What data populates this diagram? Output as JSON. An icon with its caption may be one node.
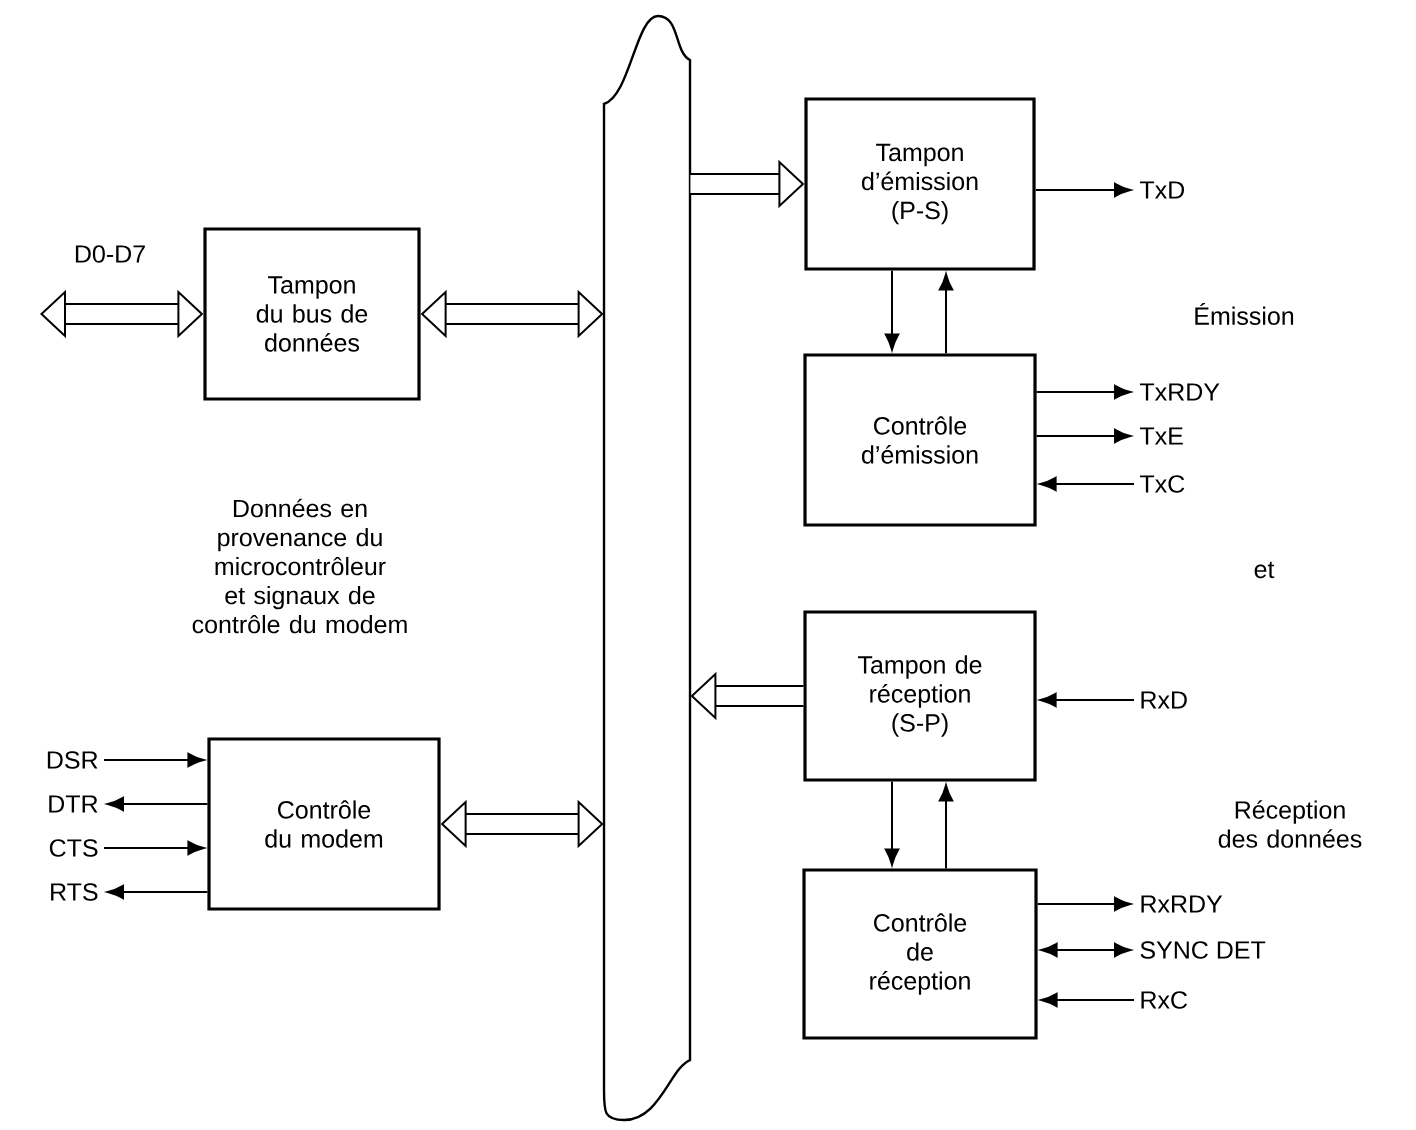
{
  "diagram": {
    "nodes": [
      {
        "text": [
          "Tampon du bus de données"
        ]
      },
      {
        "text": [
          "Contrôle du modem"
        ]
      },
      {
        "text": [],
        "shape": "bar"
      },
      {
        "text": [
          "Tampon d’émission (P-S)"
        ]
      },
      {
        "text": [
          "Contrôle d’émission"
        ]
      },
      {
        "text": [
          "Tampon de réception (S-P)"
        ]
      },
      {
        "text": [
          "Contrôle de réception"
        ]
      },
      {
        "text": [
          "TxD"
        ]
      },
      {
        "text": [
          "TxRDY"
        ]
      },
      {
        "text": [
          "TxE"
        ]
      },
      {
        "text": [
          "TxC"
        ]
      },
      {
        "text": [
          "RxD"
        ]
      },
      {
        "text": [
          "RxRDY"
        ]
      },
      {
        "text": [
          "SYNC DET"
        ]
      },
      {
        "text": [
          "RxC"
        ]
      },
      {
        "text": [
          "DSR"
        ]
      },
      {
        "text": [
          "DTR"
        ]
      },
      {
        "text": [
          "CTS"
        ]
      },
      {
        "text": [
          "RTS"
        ]
      }
    ],
    "edges": [
      {
        "from": null,
        "to": 0,
        "arrow": "both",
        "label": "D0-D7",
        "style": "thick"
      },
      {
        "from": 0,
        "to": 2,
        "arrow": "both",
        "style": "thick"
      },
      {
        "from": 2,
        "to": 3,
        "arrow": "to",
        "style": "thick"
      },
      {
        "from": 5,
        "to": 2,
        "arrow": "to",
        "style": "thick"
      },
      {
        "from": 1,
        "to": 2,
        "arrow": "both",
        "style": "thick"
      },
      {
        "from": 3,
        "to": 4,
        "arrow": "to"
      },
      {
        "from": 4,
        "to": 3,
        "arrow": "to"
      },
      {
        "from": 5,
        "to": 6,
        "arrow": "to"
      },
      {
        "from": 6,
        "to": 5,
        "arrow": "to"
      },
      {
        "from": 3,
        "to": 7,
        "arrow": "to"
      },
      {
        "from": 4,
        "to": 8,
        "arrow": "to"
      },
      {
        "from": 4,
        "to": 9,
        "arrow": "to"
      },
      {
        "from": 10,
        "to": 4,
        "arrow": "to"
      },
      {
        "from": 11,
        "to": 5,
        "arrow": "to"
      },
      {
        "from": 6,
        "to": 12,
        "arrow": "to"
      },
      {
        "from": 6,
        "to": 13,
        "arrow": "both"
      },
      {
        "from": 14,
        "to": 6,
        "arrow": "to"
      },
      {
        "from": 15,
        "to": 1,
        "arrow": "to"
      },
      {
        "from": 1,
        "to": 16,
        "arrow": "to"
      },
      {
        "from": 17,
        "to": 1,
        "arrow": "to"
      },
      {
        "from": 1,
        "to": 18,
        "arrow": "to"
      }
    ],
    "labels": [
      "Données en provenance du microcontrôleur et signaux de contrôle du modem",
      "Émission",
      "et",
      "Réception des données"
    ]
  }
}
